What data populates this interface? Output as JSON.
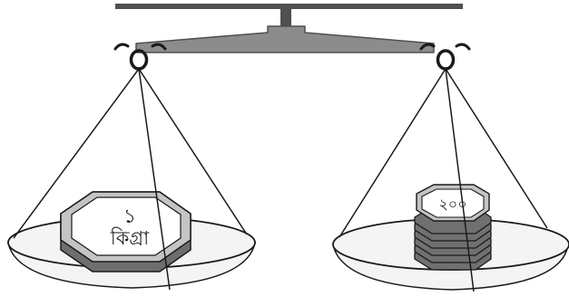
{
  "left_pan": {
    "weight_label_number": "১",
    "weight_label_unit": "কিগ্রা"
  },
  "right_pan": {
    "coin_stack_label": "২০০"
  },
  "colors": {
    "line": "#1a1a1a",
    "beam": "#8c8c8c",
    "pan_fill": "#f4f4f4",
    "weight_fill": "#c4c4c4",
    "weight_dark": "#6e6e6e",
    "coin_dark": "#707070",
    "background": "#ffffff"
  }
}
